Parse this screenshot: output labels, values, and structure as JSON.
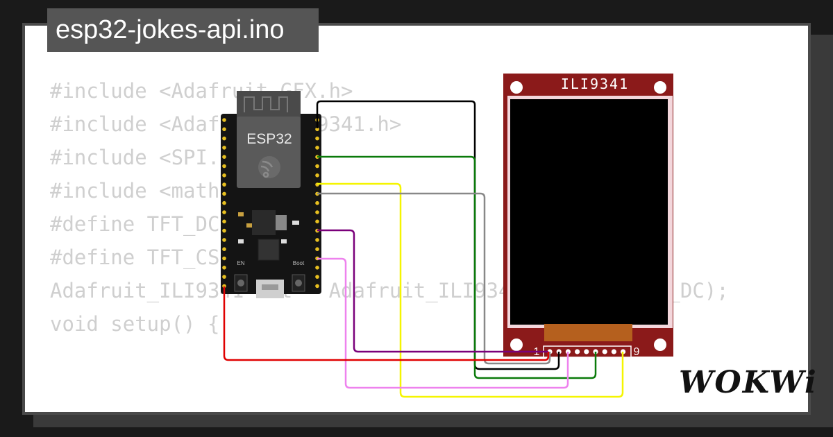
{
  "project": {
    "filename": "esp32-jokes-api.ino"
  },
  "code_lines": [
    "#include <Adafruit_GFX.h>",
    "#include <Adafruit_ILI9341.h>",
    "#include <SPI.h>",
    "#include <math.h>",
    "",
    "#define TFT_DC 2",
    "#define TFT_CS 15",
    "",
    "Adafruit_ILI9341 tft = Adafruit_ILI9341(TFT_CS, TFT_DC);",
    "",
    "void setup() {"
  ],
  "esp32": {
    "label": "ESP32",
    "en_label": "EN",
    "boot_label": "Boot"
  },
  "display": {
    "model": "ILI9341",
    "pin_first": "1",
    "pin_last": "9"
  },
  "branding": {
    "logo_text": "WOKWi"
  },
  "colors": {
    "wire_black": "#000000",
    "wire_green": "#0a7a0a",
    "wire_yellow": "#f5f500",
    "wire_gray": "#888888",
    "wire_purple": "#7a007a",
    "wire_pink": "#ee82ee",
    "wire_red": "#e00000",
    "display_red": "#8b1a1a",
    "display_connector": "#a0521a"
  }
}
